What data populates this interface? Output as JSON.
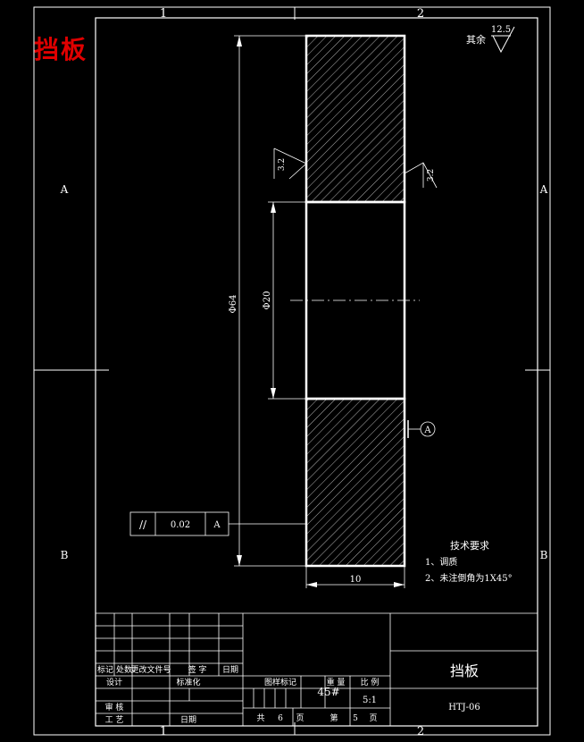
{
  "title": "挡板",
  "grid": {
    "columns": [
      "1",
      "2"
    ],
    "rows": [
      "A",
      "B"
    ]
  },
  "surface_roughness": {
    "other_label": "其余",
    "other_value": "12.5",
    "face_value": "3.2"
  },
  "dimensions": {
    "outer_diameter": "Φ64",
    "inner_diameter": "Φ20",
    "thickness": "10"
  },
  "datum": {
    "label": "A"
  },
  "tolerance_frame": {
    "symbol": "//",
    "value": "0.02",
    "datum": "A"
  },
  "technical_requirements": {
    "heading": "技术要求",
    "items": [
      "1、调质",
      "2、未注倒角为1X45°"
    ]
  },
  "title_block": {
    "rev_headers": [
      "标记",
      "处数",
      "更改文件号",
      "签 字",
      "日期"
    ],
    "design": "设计",
    "standardize": "标准化",
    "review": "审 核",
    "process": "工 艺",
    "date": "日期",
    "stage_mark": "图样标记",
    "weight": "重 量",
    "scale_label": "比 例",
    "material": "45#",
    "scale": "5:1",
    "sheets_total_prefix": "共",
    "sheets_total": "6",
    "sheet_word": "页",
    "sheet_no_prefix": "第",
    "sheet_no": "5",
    "part_name": "挡板",
    "drawing_no": "HTJ-06"
  }
}
